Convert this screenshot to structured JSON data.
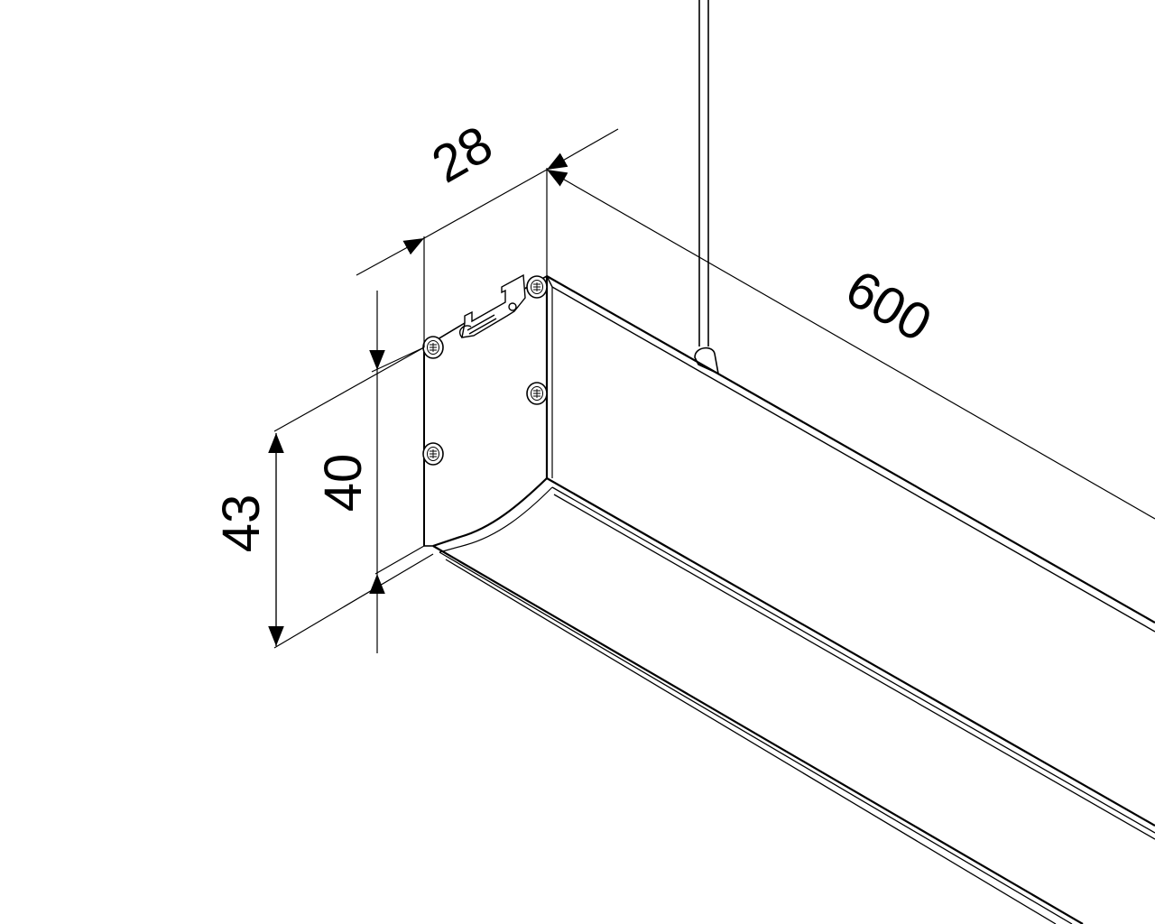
{
  "drawing": {
    "dimensions": {
      "width": "28",
      "length": "600",
      "body_height": "40",
      "total_height": "43"
    },
    "colors": {
      "line": "#000000",
      "background": "#ffffff"
    }
  }
}
